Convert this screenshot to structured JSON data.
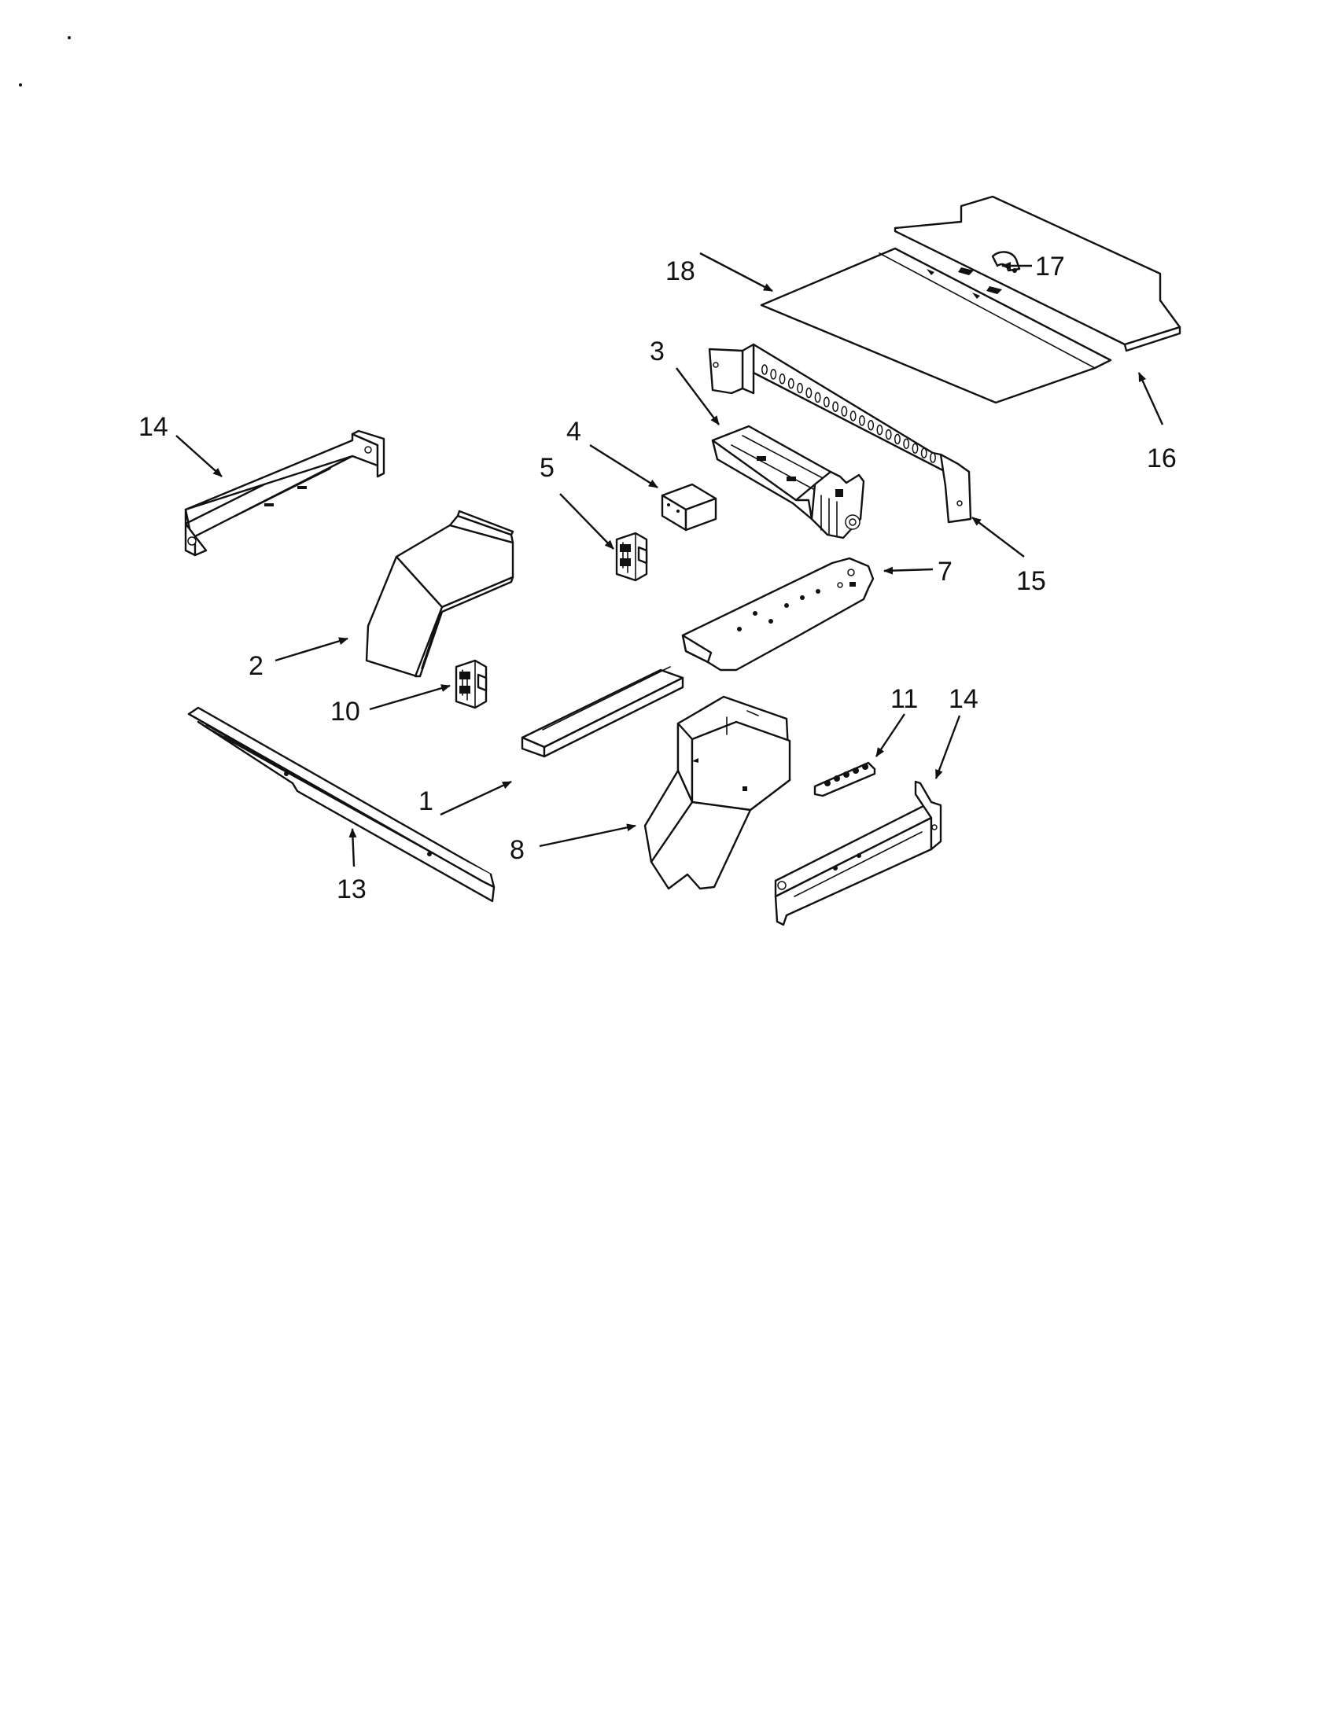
{
  "colors": {
    "line": "#111111",
    "paper": "#ffffff"
  },
  "callouts": [
    {
      "part": "1",
      "label": "1"
    },
    {
      "part": "2",
      "label": "2"
    },
    {
      "part": "3",
      "label": "3"
    },
    {
      "part": "4",
      "label": "4"
    },
    {
      "part": "5",
      "label": "5"
    },
    {
      "part": "7",
      "label": "7"
    },
    {
      "part": "8",
      "label": "8"
    },
    {
      "part": "10",
      "label": "10"
    },
    {
      "part": "11",
      "label": "11"
    },
    {
      "part": "13",
      "label": "13"
    },
    {
      "part": "14",
      "label": "14"
    },
    {
      "part": "14",
      "label": "14"
    },
    {
      "part": "15",
      "label": "15"
    },
    {
      "part": "16",
      "label": "16"
    },
    {
      "part": "17",
      "label": "17"
    },
    {
      "part": "18",
      "label": "18"
    }
  ]
}
